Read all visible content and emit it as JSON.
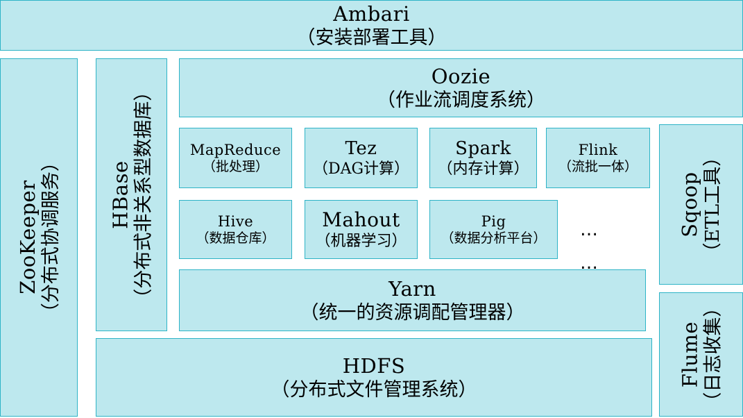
{
  "ambari": {
    "title": "Ambari",
    "subtitle": "（安装部署工具）"
  },
  "zookeeper": {
    "title": "ZooKeeper",
    "subtitle": "（分布式协调服务）"
  },
  "hbase": {
    "title": "HBase",
    "subtitle": "（分布式非关系型数据库）"
  },
  "oozie": {
    "title": "Oozie",
    "subtitle": "（作业流调度系统）"
  },
  "mapreduce": {
    "title": "MapReduce",
    "subtitle": "（批处理）"
  },
  "tez": {
    "title": "Tez",
    "subtitle": "（DAG计算）"
  },
  "spark": {
    "title": "Spark",
    "subtitle": "（内存计算）"
  },
  "flink": {
    "title": "Flink",
    "subtitle": "（流批一体）"
  },
  "hive": {
    "title": "Hive",
    "subtitle": "（数据仓库）"
  },
  "mahout": {
    "title": "Mahout",
    "subtitle": "（机器学习）"
  },
  "pig": {
    "title": "Pig",
    "subtitle": "（数据分析平台）"
  },
  "ellipsis": "…",
  "yarn": {
    "title": "Yarn",
    "subtitle": "（统一的资源调配管理器）"
  },
  "hdfs": {
    "title": "HDFS",
    "subtitle": "（分布式文件管理系统）"
  },
  "sqoop": {
    "title": "Sqoop",
    "subtitle": "（ETL工具）"
  },
  "flume": {
    "title": "Flume",
    "subtitle": "（日志收集）"
  },
  "colors": {
    "fill": "#bde8ee",
    "border": "#2db3c6",
    "text": "#000000"
  }
}
